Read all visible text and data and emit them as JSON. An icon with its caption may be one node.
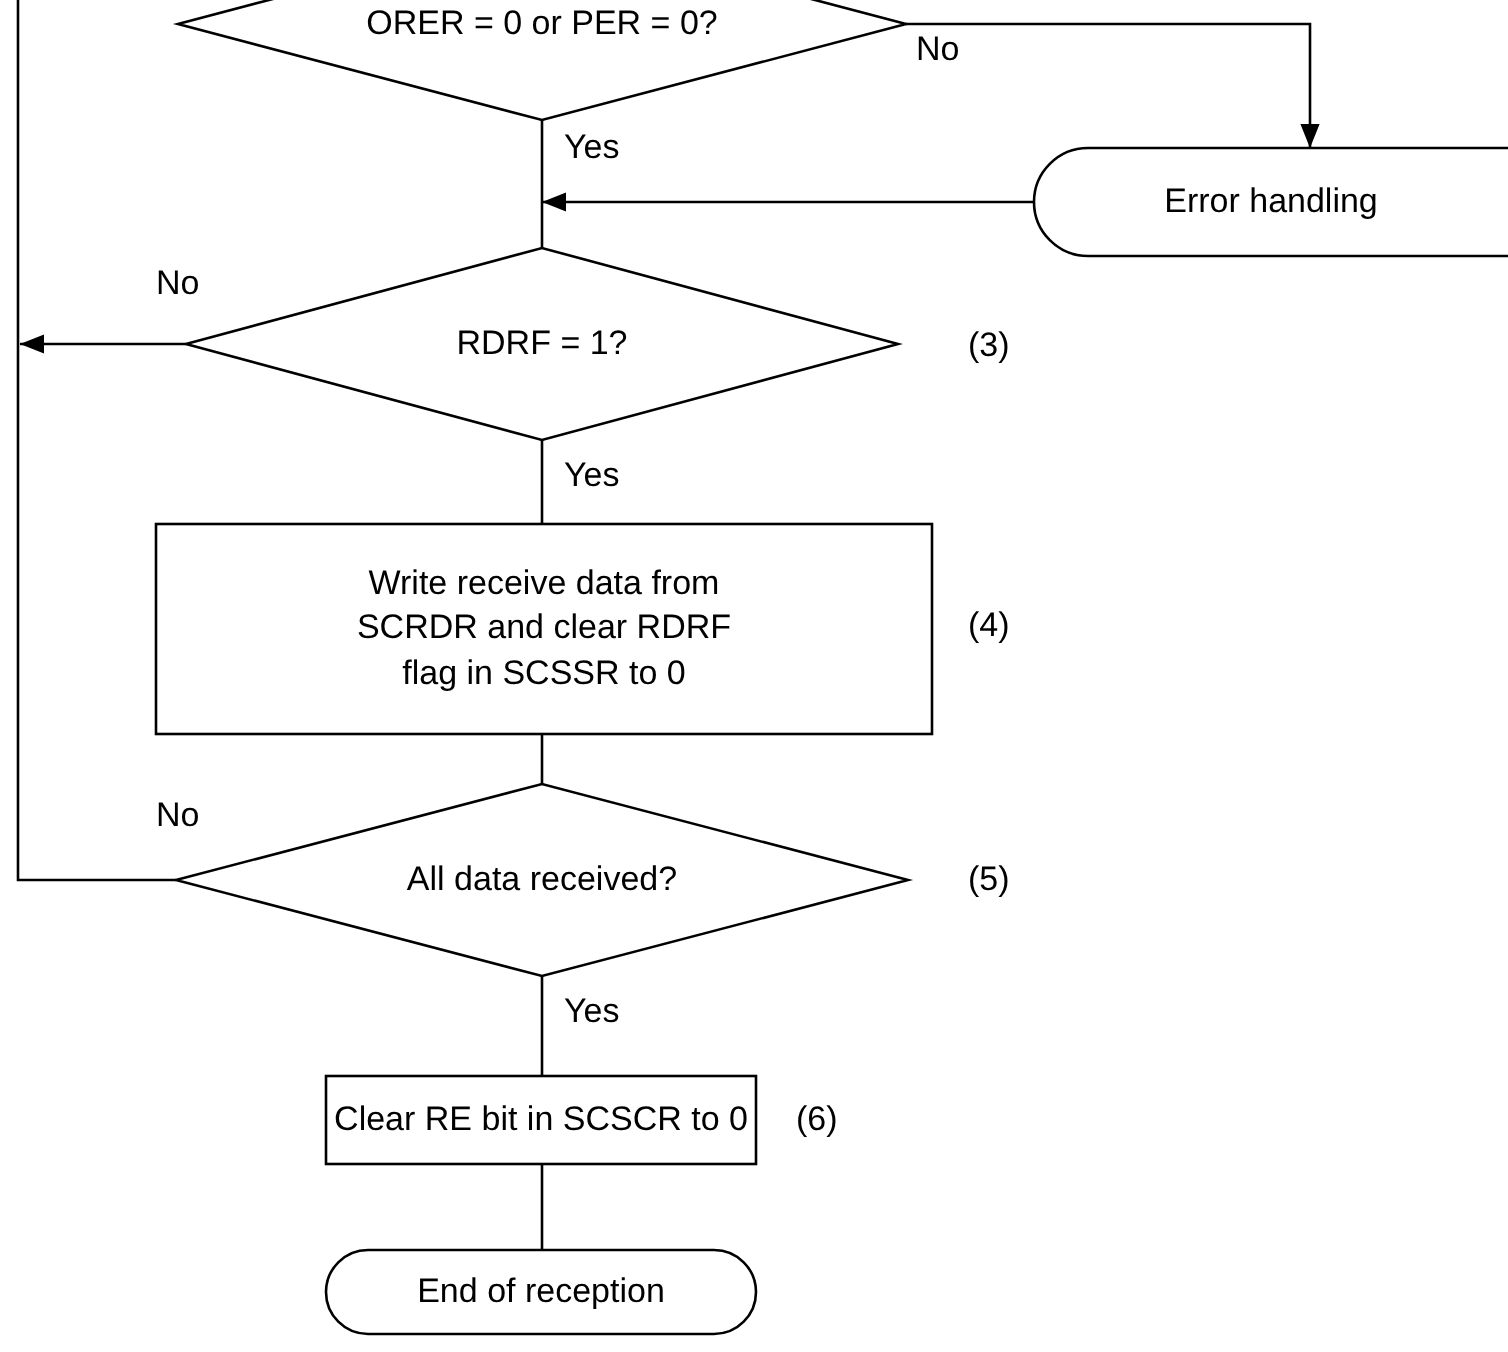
{
  "diagram": {
    "nodes": [
      {
        "text": [
          "ORER = 0 or PER = 0?"
        ]
      },
      {
        "text": [
          "Error handling"
        ]
      },
      {
        "text": [
          "RDRF = 1?"
        ],
        "beside": [
          "(3)"
        ]
      },
      {
        "text": [
          "Write receive data from SCRDR and clear RDRF flag in SCSSR to 0"
        ],
        "beside": [
          "(4)"
        ]
      },
      {
        "text": [
          "All data received?"
        ],
        "beside": [
          "(5)"
        ]
      },
      {
        "text": [
          "Clear RE bit in SCSCR to 0"
        ],
        "beside": [
          "(6)"
        ]
      },
      {
        "text": [
          "End of reception"
        ]
      }
    ],
    "edges": [
      {
        "from": 0,
        "to": 1,
        "arrow": "to",
        "label": "No"
      },
      {
        "from": 0,
        "to": 2,
        "arrow": "none",
        "label": "Yes"
      },
      {
        "from": 1,
        "to": 2,
        "arrow": "to"
      },
      {
        "from": 2,
        "to": null,
        "arrow": "to",
        "label": "No"
      },
      {
        "from": 4,
        "to": null,
        "arrow": "none",
        "label": "No"
      },
      {
        "from": 2,
        "to": 3,
        "arrow": "none",
        "label": "Yes"
      },
      {
        "from": 3,
        "to": 4,
        "arrow": "none"
      },
      {
        "from": 4,
        "to": 5,
        "arrow": "none",
        "label": "Yes"
      },
      {
        "from": 5,
        "to": 6,
        "arrow": "none"
      }
    ]
  }
}
